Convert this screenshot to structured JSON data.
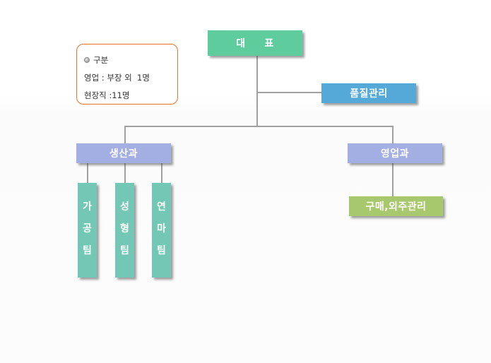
{
  "legend": {
    "title": "구분",
    "bullet_icon": "radio-bullet-icon",
    "lines": [
      "영업 : 부장 외  1명",
      "현장직 :11명"
    ],
    "border_color": "#e9732a"
  },
  "org": {
    "ceo": {
      "label": "대     표",
      "color": "#5ecc9c"
    },
    "quality": {
      "label": "품질관리",
      "color": "#54a9d9"
    },
    "departments": [
      {
        "label": "생산과",
        "color": "#a3aee3",
        "teams": [
          {
            "chars": [
              "가",
              "공",
              "팀"
            ],
            "label": "가공팀",
            "color": "#72c7b5"
          },
          {
            "chars": [
              "성",
              "형",
              "팀"
            ],
            "label": "성형팀",
            "color": "#72c7b5"
          },
          {
            "chars": [
              "연",
              "마",
              "팀"
            ],
            "label": "연마팀",
            "color": "#72c7b5"
          }
        ]
      },
      {
        "label": "영업과",
        "color": "#a3aee3",
        "teams": [
          {
            "label": "구매,외주관리",
            "color": "#a7c86c"
          }
        ]
      }
    ],
    "line_color": "#a0a0a0"
  }
}
